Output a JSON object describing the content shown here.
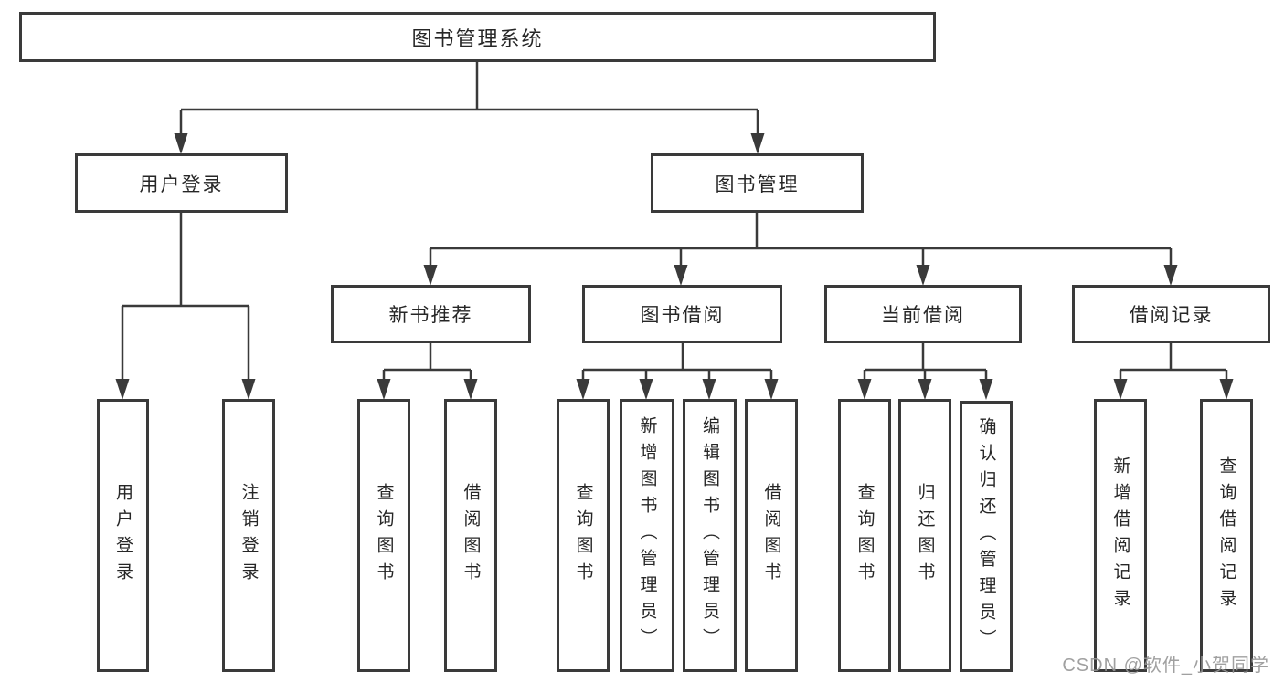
{
  "diagram_title": "图书管理系统",
  "watermark": "CSDN @软件_小贺同学",
  "colors": {
    "line": "#3a3a3a",
    "box_border": "#3a3a3a",
    "text": "#262626",
    "watermark": "#969696",
    "background": "#ffffff"
  },
  "tree": {
    "label": "图书管理系统",
    "children": [
      {
        "label": "用户登录",
        "children": [
          {
            "label": "用户登录"
          },
          {
            "label": "注销登录"
          }
        ]
      },
      {
        "label": "图书管理",
        "children": [
          {
            "label": "新书推荐",
            "children": [
              {
                "label": "查询图书"
              },
              {
                "label": "借阅图书"
              }
            ]
          },
          {
            "label": "图书借阅",
            "children": [
              {
                "label": "查询图书"
              },
              {
                "label": "新增图书（管理员）"
              },
              {
                "label": "编辑图书（管理员）"
              },
              {
                "label": "借阅图书"
              }
            ]
          },
          {
            "label": "当前借阅",
            "children": [
              {
                "label": "查询图书"
              },
              {
                "label": "归还图书"
              },
              {
                "label": "确认归还（管理员）"
              }
            ]
          },
          {
            "label": "借阅记录",
            "children": [
              {
                "label": "新增借阅记录"
              },
              {
                "label": "查询借阅记录"
              }
            ]
          }
        ]
      }
    ]
  }
}
